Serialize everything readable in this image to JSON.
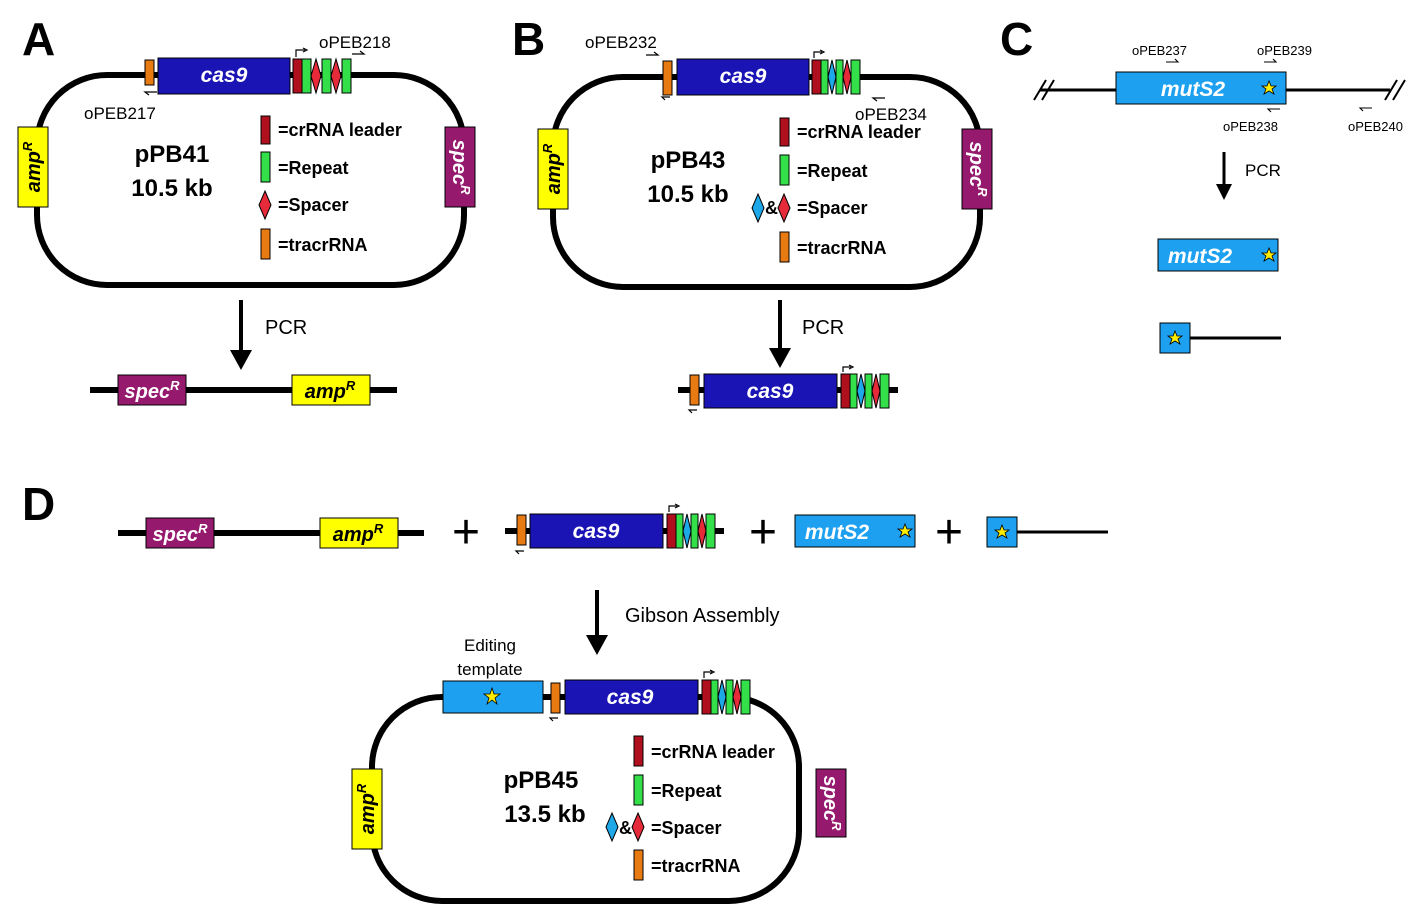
{
  "colors": {
    "cas9": "#1a14b4",
    "ampR": "#ffff00",
    "specR": "#951a6e",
    "crRNA": "#b0101d",
    "repeat": "#33e04a",
    "spacer_red": "#e62a3a",
    "spacer_blue": "#1ea8e8",
    "tracr": "#e87a12",
    "mutS2": "#1ea0f0",
    "star": "#ffee00"
  },
  "panels": {
    "A": {
      "letter": "A",
      "plasmid": "pPB41",
      "size": "10.5 kb",
      "primer_fwd": "oPEB218",
      "primer_rev": "oPEB217",
      "step": "PCR"
    },
    "B": {
      "letter": "B",
      "plasmid": "pPB43",
      "size": "10.5 kb",
      "primer_fwd": "oPEB232",
      "primer_rev": "oPEB234",
      "step": "PCR",
      "amp": "&"
    },
    "C": {
      "letter": "C",
      "primers": [
        "oPEB237",
        "oPEB239",
        "oPEB238",
        "oPEB240"
      ],
      "step": "PCR"
    },
    "D": {
      "letter": "D",
      "plus": "+",
      "step": "Gibson Assembly",
      "editing_line1": "Editing",
      "editing_line2": "template",
      "plasmid": "pPB45",
      "size": "13.5 kb",
      "amp": "&"
    }
  },
  "genes": {
    "cas9": "cas9",
    "mutS2": "mutS2",
    "amp": "amp",
    "spec": "spec",
    "sup": "R"
  },
  "legend": {
    "crRNA": "=crRNA leader",
    "repeat": "=Repeat",
    "spacer": "=Spacer",
    "tracr": "=tracrRNA"
  }
}
